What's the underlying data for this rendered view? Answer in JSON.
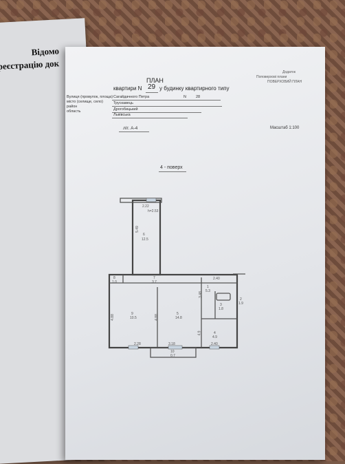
{
  "back_page": {
    "line1": "Відомо",
    "line2": "реєстрацію док"
  },
  "header_right": {
    "line1": "Додаток",
    "line2": "Поповерхові плани",
    "line3": "ПОВЕРХОВИЙ ПЛАН"
  },
  "title": {
    "main": "ПЛАН",
    "line2_prefix": "квартири N",
    "apartment_no": "29",
    "line2_suffix": "у будинку квартирного типу"
  },
  "address": {
    "street_label": "Вулиця (провулок, площа)",
    "street_value": "Сагайдачного Петра",
    "house_label": "N",
    "house_value": "28",
    "city_label": "місто (селище, село)",
    "city_value": "Трускавець",
    "district_label": "район",
    "district_value": "Дрогобицький",
    "region_label": "область",
    "region_value": "Львівська"
  },
  "liter": "літ. А-4",
  "scale": "Масштаб 1:100",
  "floor": "4 - поверх",
  "plan_labels": {
    "balcony_top_dim": "2.22",
    "room6_area": "12.5",
    "room6_no": "6",
    "room6_side": "5.49",
    "room6_side2": "h=2.53",
    "corr7_no": "7",
    "corr7_area": "3.7",
    "hall8_no": "8",
    "hall8_area": "1.0",
    "dim_top_right": "2.40",
    "room1_no": "1",
    "room1_area": "5.3",
    "room2_no": "2",
    "room2_area": "1.9",
    "room3_no": "3",
    "room3_area": "1.8",
    "room4_no": "4",
    "room4_area": "4.9",
    "room5_no": "5",
    "room5_area": "14.8",
    "room9_no": "9",
    "room9_area": "10.5",
    "left_dim": "4.88",
    "mid_dim": "4.88",
    "right_dim": "3.48",
    "bottom_left": "2.28",
    "bottom_mid": "3.18",
    "bottom_right": "2.40",
    "balcony_no": "10",
    "balcony_area": "0.7"
  }
}
